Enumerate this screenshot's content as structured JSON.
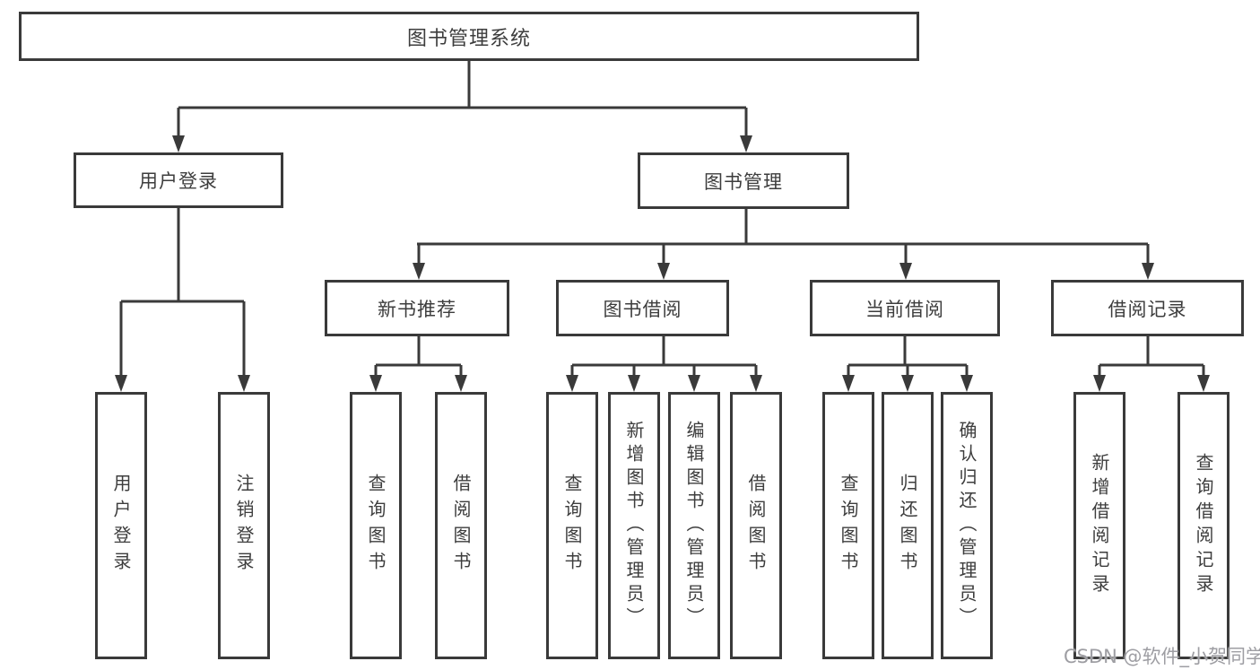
{
  "watermark": "CSDN @软件_小贺同学",
  "colors": {
    "line": "#3a3a3a",
    "text": "#3d3d3d",
    "watermark": "#9e9ea3",
    "background": "#ffffff"
  },
  "diagram": {
    "root": {
      "label": "图书管理系统",
      "children": [
        {
          "label": "用户登录",
          "children": [
            {
              "label": "用户登录"
            },
            {
              "label": "注销登录"
            }
          ]
        },
        {
          "label": "图书管理",
          "children": [
            {
              "label": "新书推荐",
              "children": [
                {
                  "label": "查询图书"
                },
                {
                  "label": "借阅图书"
                }
              ]
            },
            {
              "label": "图书借阅",
              "children": [
                {
                  "label": "查询图书"
                },
                {
                  "label": "新增图书（管理员）"
                },
                {
                  "label": "编辑图书（管理员）"
                },
                {
                  "label": "借阅图书"
                }
              ]
            },
            {
              "label": "当前借阅",
              "children": [
                {
                  "label": "查询图书"
                },
                {
                  "label": "归还图书"
                },
                {
                  "label": "确认归还（管理员）"
                }
              ]
            },
            {
              "label": "借阅记录",
              "children": [
                {
                  "label": "新增借阅记录"
                },
                {
                  "label": "查询借阅记录"
                }
              ]
            }
          ]
        }
      ]
    }
  }
}
